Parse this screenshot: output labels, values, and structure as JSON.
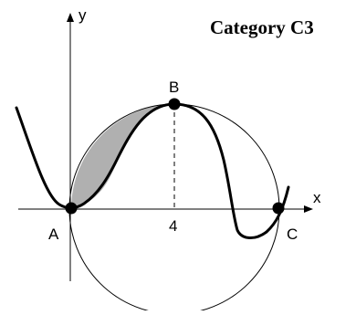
{
  "title": "Category C3",
  "axes": {
    "x_label": "x",
    "y_label": "y"
  },
  "points": [
    {
      "id": "A",
      "label": "A"
    },
    {
      "id": "B",
      "label": "B"
    },
    {
      "id": "C",
      "label": "C"
    }
  ],
  "tick_label": "4",
  "colors": {
    "stroke": "#000000",
    "shade": "#b0b0b0"
  }
}
